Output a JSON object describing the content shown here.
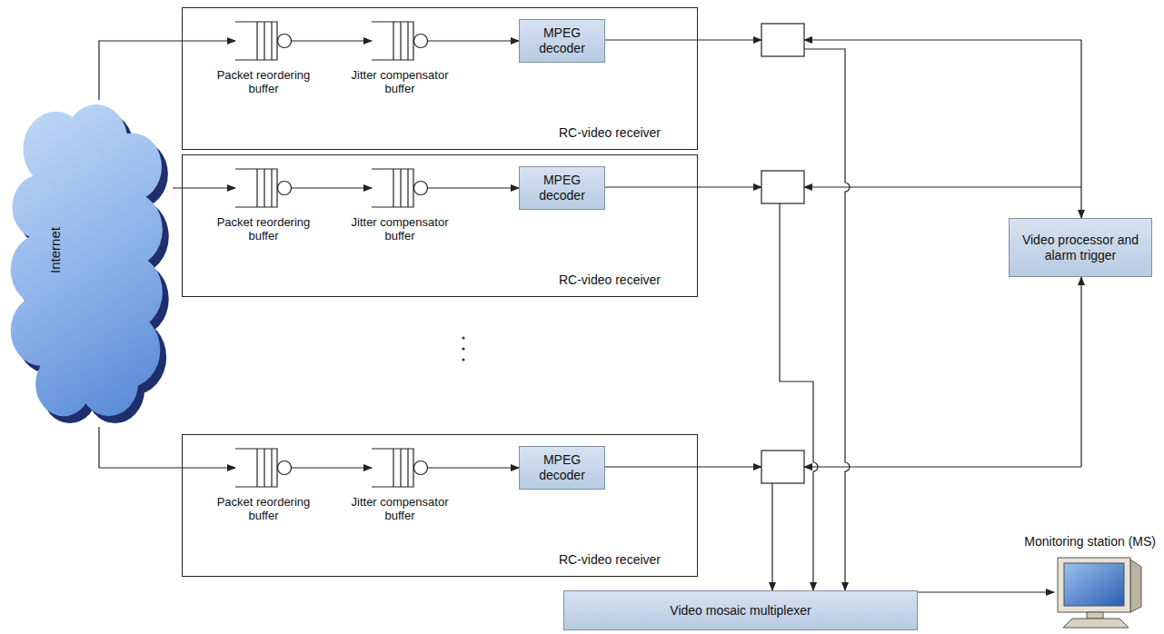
{
  "diagram": {
    "nodes": [
      {
        "text": [
          "Internet"
        ]
      },
      {
        "text": [
          "RC-video receiver"
        ]
      },
      {
        "text": [
          "Packet reordering buffer"
        ],
        "in": 1
      },
      {
        "text": [
          "Jitter compensator buffer"
        ],
        "in": 1
      },
      {
        "text": [
          "MPEG decoder"
        ],
        "in": 1
      },
      {
        "text": [
          "RC-video receiver"
        ]
      },
      {
        "text": [
          "Packet reordering buffer"
        ],
        "in": 5
      },
      {
        "text": [
          "Jitter compensator buffer"
        ],
        "in": 5
      },
      {
        "text": [
          "MPEG decoder"
        ],
        "in": 5
      },
      {
        "text": [
          "RC-video receiver"
        ]
      },
      {
        "text": [
          "Packet reordering buffer"
        ],
        "in": 9
      },
      {
        "text": [
          "Jitter compensator buffer"
        ],
        "in": 9
      },
      {
        "text": [
          "MPEG decoder"
        ],
        "in": 9
      },
      {
        "text": [
          "Video processor and alarm trigger"
        ]
      },
      {
        "text": [
          "Video mosaic multiplexer"
        ]
      },
      {
        "text": [
          "Monitoring station (MS)"
        ]
      }
    ],
    "edges": [
      {
        "from": 0,
        "to": 2,
        "arrow": "to"
      },
      {
        "from": 2,
        "to": 3,
        "arrow": "to"
      },
      {
        "from": 3,
        "to": 4,
        "arrow": "to"
      },
      {
        "from": 0,
        "to": 6,
        "arrow": "to"
      },
      {
        "from": 6,
        "to": 7,
        "arrow": "to"
      },
      {
        "from": 7,
        "to": 8,
        "arrow": "to"
      },
      {
        "from": 0,
        "to": 10,
        "arrow": "to"
      },
      {
        "from": 10,
        "to": 11,
        "arrow": "to"
      },
      {
        "from": 11,
        "to": 12,
        "arrow": "to"
      },
      {
        "from": 14,
        "to": 15,
        "arrow": "to"
      }
    ]
  }
}
